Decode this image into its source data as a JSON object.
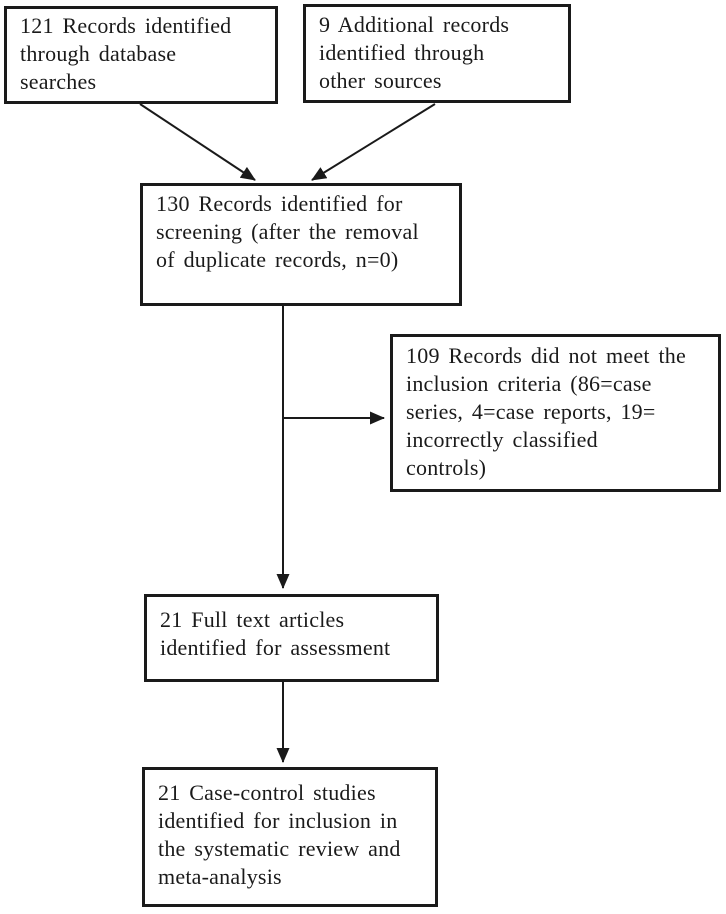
{
  "colors": {
    "ink": "#1a1a1a",
    "background": "#ffffff"
  },
  "diagram": {
    "kind": "study-selection-flowchart",
    "boxes": {
      "records_database": {
        "lines": [
          "121 Records identified",
          "through database",
          "searches"
        ]
      },
      "records_other": {
        "lines": [
          "9 Additional records",
          "identified through",
          "other sources"
        ]
      },
      "records_screening": {
        "lines": [
          "130 Records identified for",
          "screening (after the removal",
          "of duplicate records, n=0)"
        ]
      },
      "records_excluded": {
        "lines": [
          "109 Records did not meet the",
          "inclusion criteria (86=case",
          "series, 4=case reports, 19=",
          "incorrectly classified",
          "controls)"
        ]
      },
      "fulltext_articles": {
        "lines": [
          "21 Full text articles",
          "identified for assessment"
        ]
      },
      "included_studies": {
        "lines": [
          "21 Case-control studies",
          "identified for inclusion in",
          "the systematic review and",
          "meta-analysis"
        ]
      }
    }
  }
}
